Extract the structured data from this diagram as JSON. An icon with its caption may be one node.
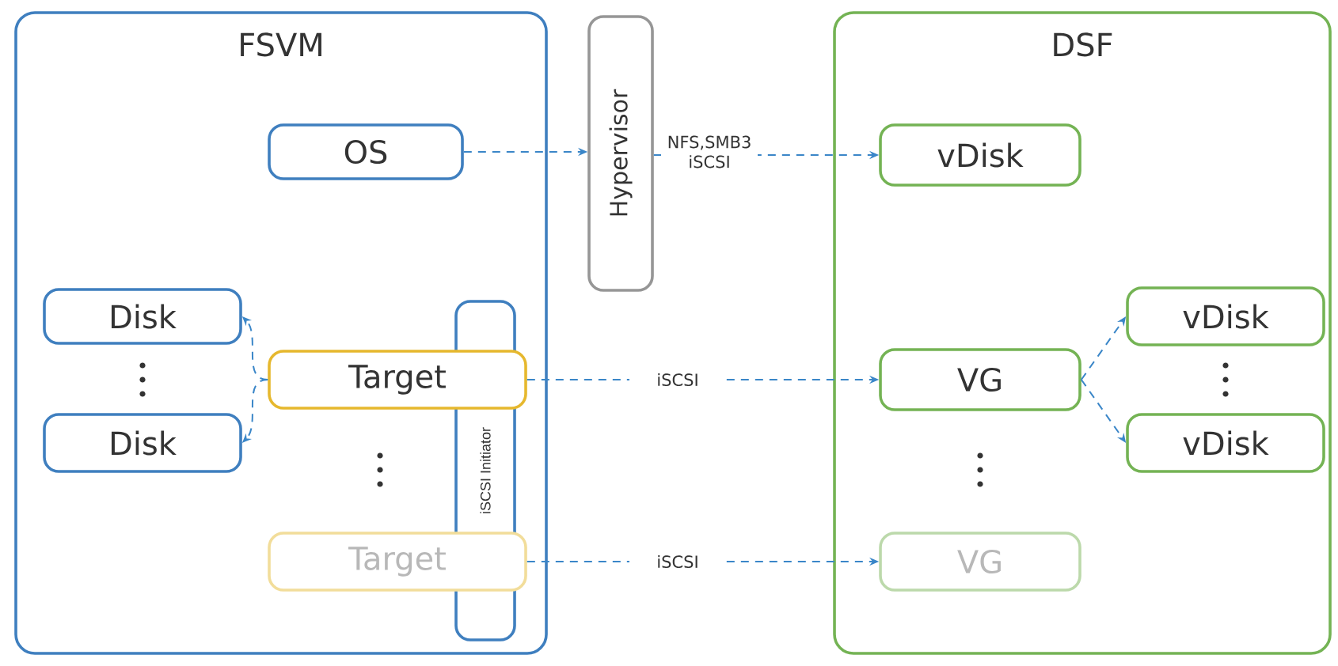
{
  "diagram": {
    "nodes": [
      {
        "text": [
          "FSVM"
        ]
      },
      {
        "text": [
          "OS"
        ],
        "in": 0
      },
      {
        "text": [
          "Disk"
        ],
        "in": 0
      },
      {
        "text": [
          "Disk"
        ],
        "in": 0
      },
      {
        "text": [
          "Target"
        ],
        "in": 0
      },
      {
        "text": [
          "Target"
        ],
        "in": 0
      },
      {
        "text": [
          "iSCSI Initiator"
        ],
        "in": 0
      },
      {
        "text": [
          "Hypervisor"
        ]
      },
      {
        "text": [
          "DSF"
        ]
      },
      {
        "text": [
          "vDisk"
        ],
        "in": 8
      },
      {
        "text": [
          "VG"
        ],
        "in": 8
      },
      {
        "text": [
          "VG"
        ],
        "in": 8
      },
      {
        "text": [
          "vDisk"
        ],
        "in": 8
      },
      {
        "text": [
          "vDisk"
        ],
        "in": 8
      }
    ],
    "edges": [
      {
        "from": 1,
        "to": 7,
        "arrow": "to"
      },
      {
        "from": 7,
        "to": 9,
        "arrow": "to",
        "label": "NFS,SMB3 iSCSI"
      },
      {
        "from": 4,
        "to": 2,
        "arrow": "to"
      },
      {
        "from": 4,
        "to": 3,
        "arrow": "to"
      },
      {
        "from": 4,
        "to": 10,
        "arrow": "to",
        "label": "iSCSI"
      },
      {
        "from": 5,
        "to": 11,
        "arrow": "to",
        "label": "iSCSI"
      },
      {
        "from": 10,
        "to": 12,
        "arrow": "to"
      },
      {
        "from": 10,
        "to": 13,
        "arrow": "to"
      }
    ]
  }
}
